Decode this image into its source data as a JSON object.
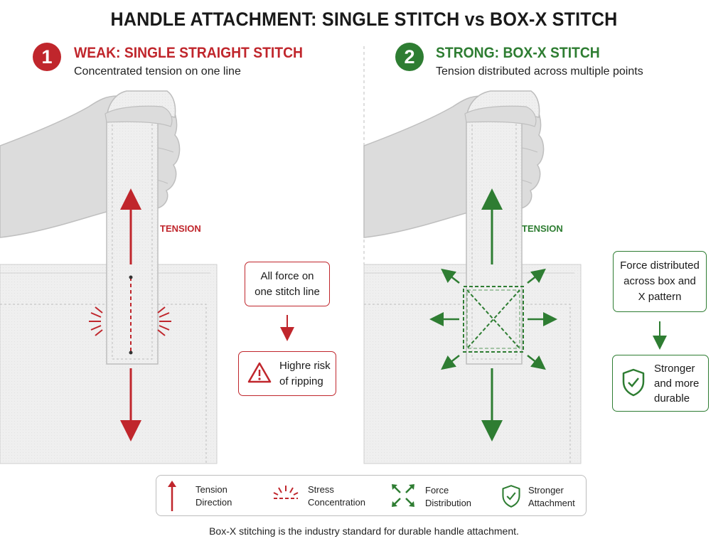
{
  "title": "HANDLE ATTACHMENT: SINGLE STITCH vs BOX-X STITCH",
  "colors": {
    "weak": "#c0262c",
    "strong": "#2e7d32",
    "bag": "#efefef",
    "hand": "#d9d9d9"
  },
  "left_panel": {
    "number": "1",
    "title": "WEAK: SINGLE STRAIGHT STITCH",
    "subtitle": "Concentrated tension on one line",
    "tension_label": "TENSION",
    "callout_top": [
      "All force on",
      "one stitch line"
    ],
    "callout_bottom": [
      "Highre risk",
      "of ripping"
    ],
    "callout_bottom_icon": "warning-triangle-icon"
  },
  "right_panel": {
    "number": "2",
    "title": "STRONG: BOX-X STITCH",
    "subtitle": "Tension distributed across multiple points",
    "tension_label": "TENSION",
    "callout_top": [
      "Force distributed",
      "across box and",
      "X pattern"
    ],
    "callout_bottom": [
      "Stronger",
      "and more",
      "durable"
    ],
    "callout_bottom_icon": "shield-check-icon"
  },
  "legend": [
    {
      "icon": "tension-arrow-icon",
      "label": [
        "Tension",
        "Direction"
      ]
    },
    {
      "icon": "stress-concentration-icon",
      "label": [
        "Stress",
        "Concentration"
      ]
    },
    {
      "icon": "force-distribution-icon",
      "label": [
        "Force",
        "Distribution"
      ]
    },
    {
      "icon": "shield-check-icon",
      "label": [
        "Stronger",
        "Attachment"
      ]
    }
  ],
  "footer": "Box-X stitching is the industry standard for durable handle attachment."
}
